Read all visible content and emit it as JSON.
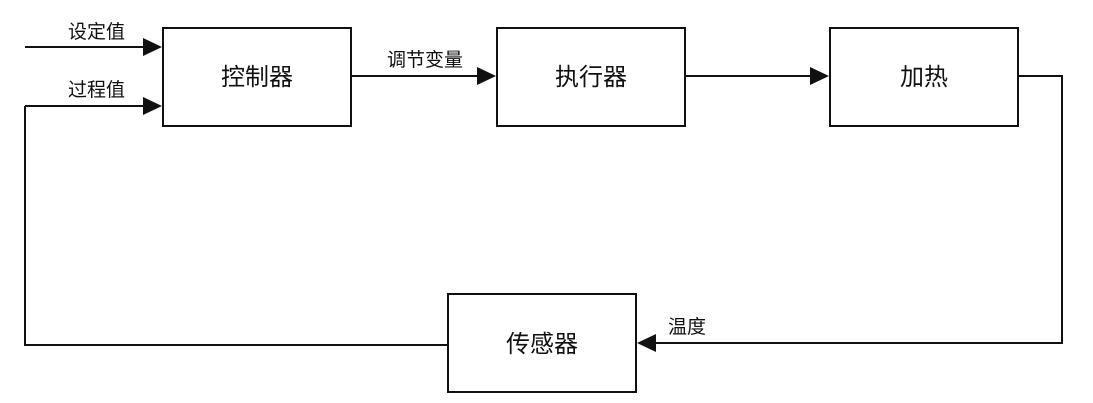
{
  "blocks": {
    "controller": "控制器",
    "actuator": "执行器",
    "heating": "加热",
    "sensor": "传感器"
  },
  "signals": {
    "setpoint": "设定值",
    "process_value": "过程值",
    "manipulated_variable": "调节变量",
    "temperature": "温度"
  },
  "colors": {
    "stroke": "#111111",
    "background": "#ffffff"
  }
}
